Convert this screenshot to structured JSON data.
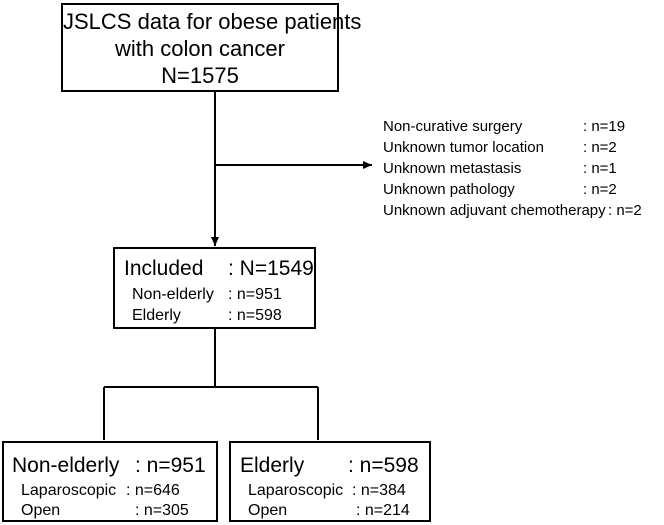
{
  "top_box": {
    "line1": "JSLCS data for obese patients",
    "line2": "with colon cancer",
    "line3": "N=1575"
  },
  "exclusions": [
    {
      "label": "Non-curative surgery",
      "value": ": n=19"
    },
    {
      "label": "Unknown tumor location",
      "value": ": n=2"
    },
    {
      "label": "Unknown metastasis",
      "value": ": n=1"
    },
    {
      "label": "Unknown pathology",
      "value": ": n=2"
    },
    {
      "label": "Unknown adjuvant chemotherapy",
      "value": ": n=2"
    }
  ],
  "included_box": {
    "title": "Included",
    "title_value": ": N=1549",
    "rows": [
      {
        "label": "Non-elderly",
        "value": ": n=951"
      },
      {
        "label": "Elderly",
        "value": ": n=598"
      }
    ]
  },
  "non_elderly_box": {
    "title": "Non-elderly",
    "title_value": ": n=951",
    "rows": [
      {
        "label": "Laparoscopic",
        "value": ": n=646"
      },
      {
        "label": "Open",
        "value": ": n=305"
      }
    ]
  },
  "elderly_box": {
    "title": "Elderly",
    "title_value": ": n=598",
    "rows": [
      {
        "label": "Laparoscopic",
        "value": ": n=384"
      },
      {
        "label": "Open",
        "value": ": n=214"
      }
    ]
  },
  "colors": {
    "line": "#000000",
    "text": "#000000",
    "background": "#ffffff"
  }
}
